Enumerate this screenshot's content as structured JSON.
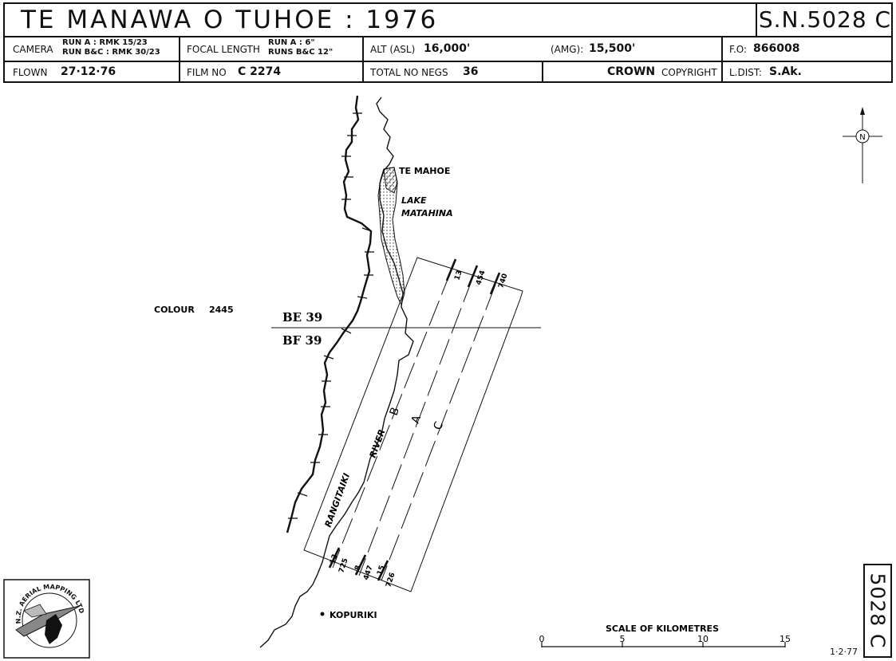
{
  "header": {
    "title": "TE MANAWA O TUHOE : 1976",
    "sheet_number": "S.N.5028 C",
    "camera_label": "CAMERA",
    "camera_run_a": "RUN A : RMK 15/23",
    "camera_run_bc": "RUN B&C : RMK 30/23",
    "focal_label": "FOCAL LENGTH",
    "focal_run_a": "RUN A : 6\"",
    "focal_run_bc": "RUNS B&C 12\"",
    "alt_label": "ALT (ASL)",
    "alt_value": "16,000'",
    "amg_label": "(AMG):",
    "amg_value": "15,500'",
    "fo_label": "F.O:",
    "fo_value": "866008",
    "flown_label": "FLOWN",
    "flown_value": "27·12·76",
    "film_label": "FILM NO",
    "film_value": "C 2274",
    "negs_label": "TOTAL NO NEGS",
    "negs_value": "36",
    "copyright_1": "CROWN",
    "copyright_2": "COPYRIGHT",
    "ldist_label": "L.DIST:",
    "ldist_value": "S.Ak."
  },
  "map": {
    "colour_label": "COLOUR",
    "colour_value": "2445",
    "sheet_upper": "BE 39",
    "sheet_lower": "BF 39",
    "place_te_mahoe": "TE MAHOE",
    "lake_line1": "LAKE",
    "lake_line2": "MATAHINA",
    "river_name_1": "RANGITAIKI",
    "river_name_2": "RIVER",
    "place_kopuriki": "KOPURIKI",
    "runs": [
      {
        "name": "A",
        "top_frame": "454",
        "bottom_frame_1": "8",
        "bottom_frame_2": "447"
      },
      {
        "name": "B",
        "top_frame": "13",
        "bottom_frame_1": "13",
        "bottom_frame_2": "725"
      },
      {
        "name": "C",
        "top_frame": "740",
        "bottom_frame_1": "15",
        "bottom_frame_2": "726"
      }
    ],
    "north_symbol": "N"
  },
  "scale": {
    "title": "SCALE OF KILOMETRES",
    "ticks": [
      "0",
      "5",
      "10",
      "15"
    ]
  },
  "footer": {
    "side_id": "5028 C",
    "date": "1·2·77",
    "logo_text": "N.Z. AERIAL MAPPING LTD."
  }
}
